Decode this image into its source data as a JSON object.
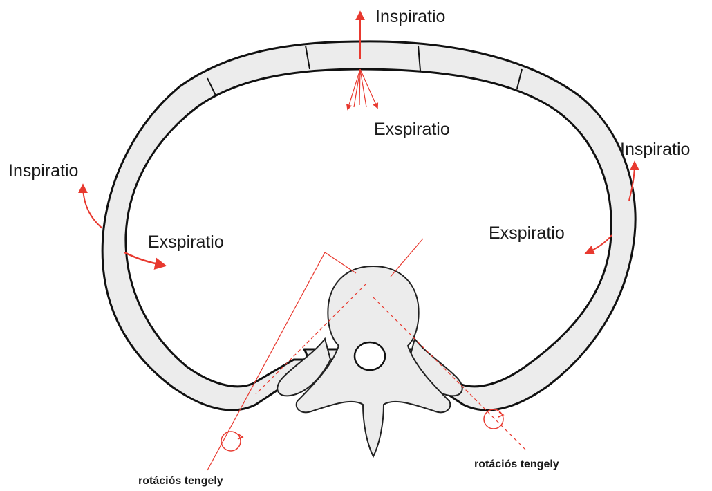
{
  "labels": {
    "inspiratio_top": "Inspiratio",
    "exspiratio_top": "Exspiratio",
    "inspiratio_left": "Inspiratio",
    "exspiratio_left": "Exspiratio",
    "inspiratio_right": "Inspiratio",
    "exspiratio_right": "Exspiratio",
    "axis_left": "rotációs tengely",
    "axis_right": "rotációs tengely"
  },
  "colors": {
    "arrow": "#e8392f",
    "bone_fill": "#ececec",
    "outline": "#111111"
  }
}
